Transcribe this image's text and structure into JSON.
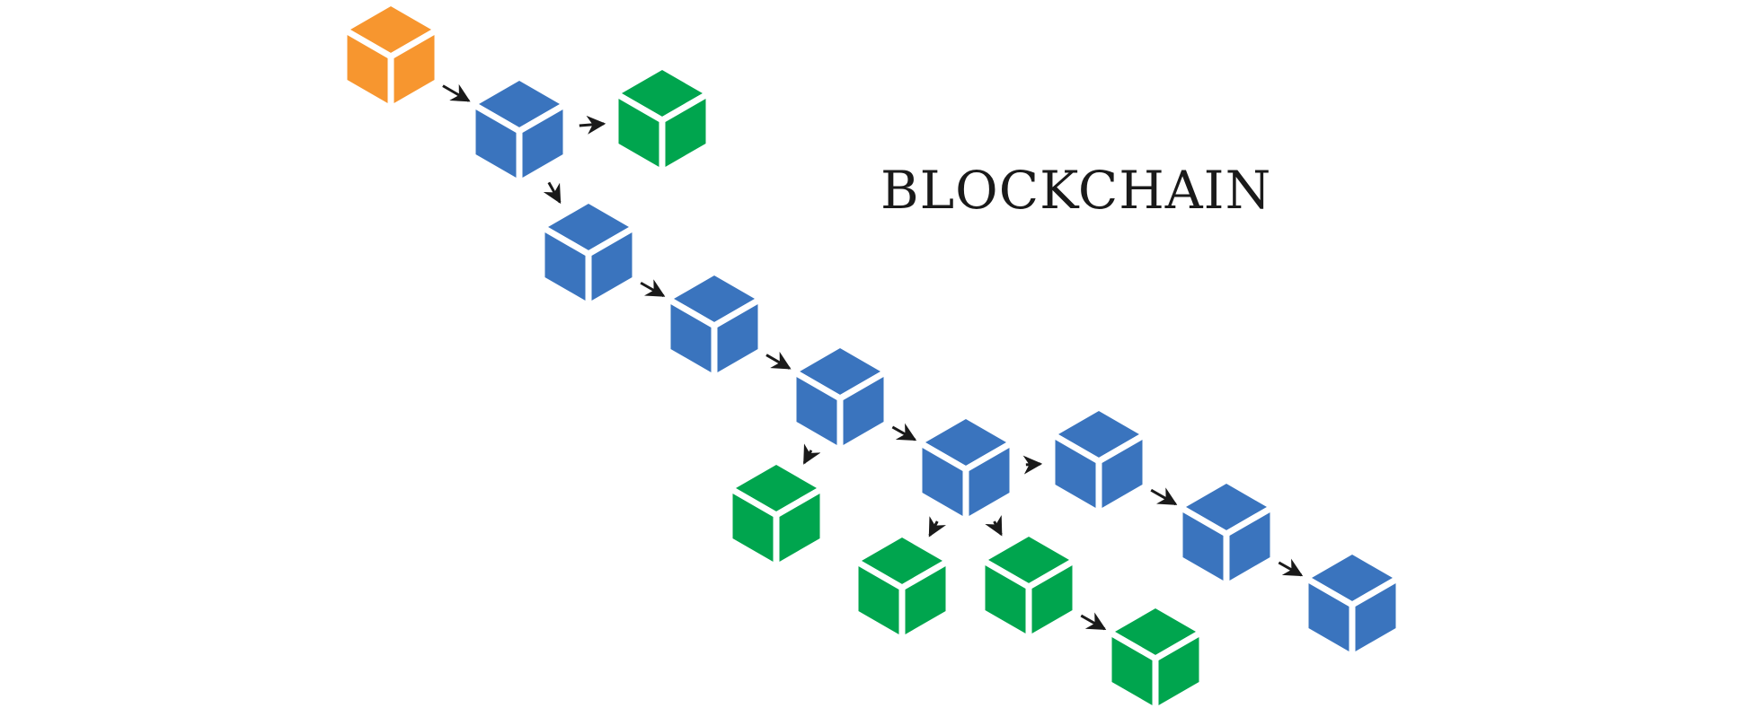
{
  "title": "BLOCKCHAIN",
  "colors": {
    "genesis": "#F7962F",
    "main": "#3A74BE",
    "orphan": "#00A54E",
    "arrow": "#1a1a1a",
    "background": "#ffffff"
  },
  "blocks": [
    {
      "id": "genesis",
      "kind": "genesis"
    },
    {
      "id": "b1",
      "kind": "main"
    },
    {
      "id": "o1",
      "kind": "orphan"
    },
    {
      "id": "b2",
      "kind": "main"
    },
    {
      "id": "b3",
      "kind": "main"
    },
    {
      "id": "b4",
      "kind": "main"
    },
    {
      "id": "b5",
      "kind": "main"
    },
    {
      "id": "o2",
      "kind": "orphan"
    },
    {
      "id": "b6",
      "kind": "main"
    },
    {
      "id": "b7",
      "kind": "main"
    },
    {
      "id": "b8",
      "kind": "main"
    },
    {
      "id": "o3",
      "kind": "orphan"
    },
    {
      "id": "o4",
      "kind": "orphan"
    },
    {
      "id": "o5",
      "kind": "orphan"
    }
  ],
  "links": [
    {
      "from": "genesis",
      "to": "b1"
    },
    {
      "from": "b1",
      "to": "o1"
    },
    {
      "from": "b1",
      "to": "b2"
    },
    {
      "from": "b2",
      "to": "b3"
    },
    {
      "from": "b3",
      "to": "b4"
    },
    {
      "from": "b4",
      "to": "b5"
    },
    {
      "from": "b4",
      "to": "o2"
    },
    {
      "from": "b5",
      "to": "b6"
    },
    {
      "from": "b6",
      "to": "b7"
    },
    {
      "from": "b7",
      "to": "b8"
    },
    {
      "from": "b5",
      "to": "o3"
    },
    {
      "from": "b5",
      "to": "o4"
    },
    {
      "from": "o4",
      "to": "o5"
    }
  ]
}
